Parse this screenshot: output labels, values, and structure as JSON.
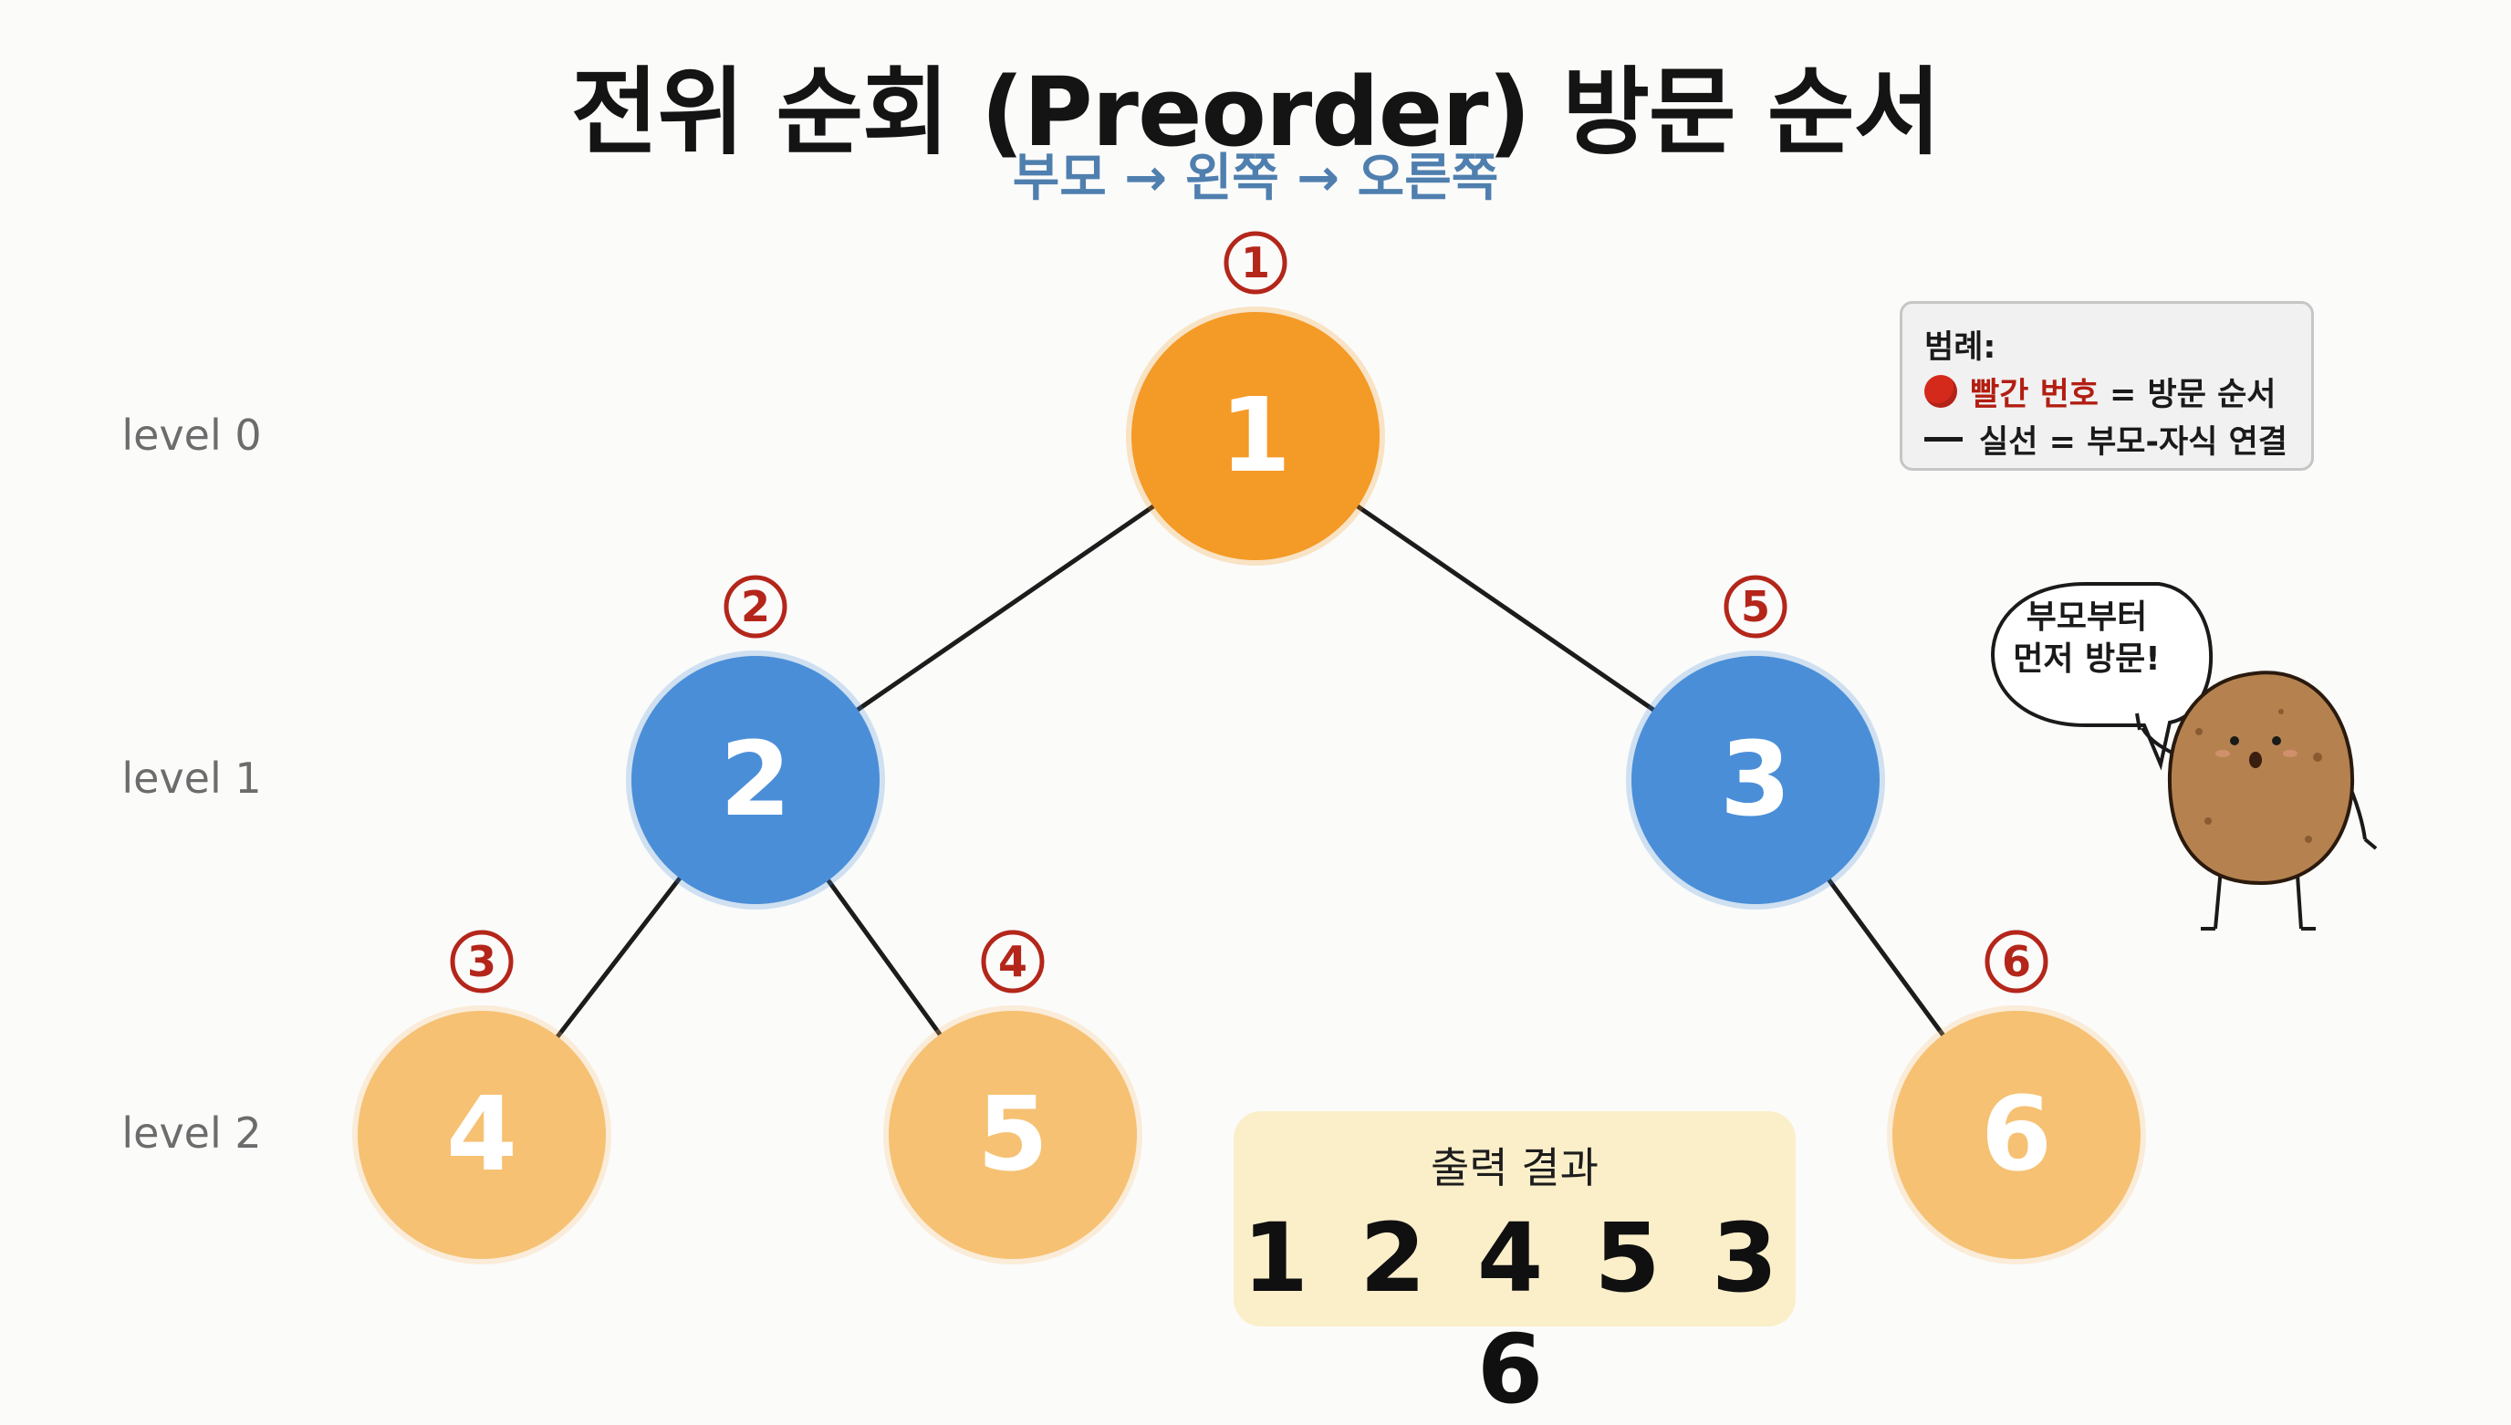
{
  "title": "전위 순회 (Preorder) 방문 순서",
  "subtitle": "부모 → 왼쪽 → 오른쪽",
  "levels": [
    "level 0",
    "level 1",
    "level 2"
  ],
  "nodes": [
    {
      "id": "1",
      "level": 0,
      "order": "①",
      "color": "#f49a26"
    },
    {
      "id": "2",
      "level": 1,
      "order": "②",
      "color": "#4a8ed8"
    },
    {
      "id": "3",
      "level": 1,
      "order": "⑤",
      "color": "#4a8ed8"
    },
    {
      "id": "4",
      "level": 2,
      "order": "③",
      "color": "#f6c173"
    },
    {
      "id": "5",
      "level": 2,
      "order": "④",
      "color": "#f6c173"
    },
    {
      "id": "6",
      "level": 2,
      "order": "⑥",
      "color": "#f6c173"
    }
  ],
  "edges": [
    [
      "1",
      "2"
    ],
    [
      "1",
      "3"
    ],
    [
      "2",
      "4"
    ],
    [
      "2",
      "5"
    ],
    [
      "3",
      "6"
    ]
  ],
  "legend": {
    "title": "범례:",
    "order_red": "빨간 번호",
    "order_rest": "= 방문 순서",
    "line_text": "실선 = 부모-자식 연결"
  },
  "output": {
    "label": "출력 결과",
    "value": "1 2 4 5 3 6"
  },
  "speech": {
    "line1": "부모부터",
    "line2": "먼저 방문!"
  },
  "colors": {
    "order_number": "#b4261a",
    "edge": "#1c1c1c"
  }
}
